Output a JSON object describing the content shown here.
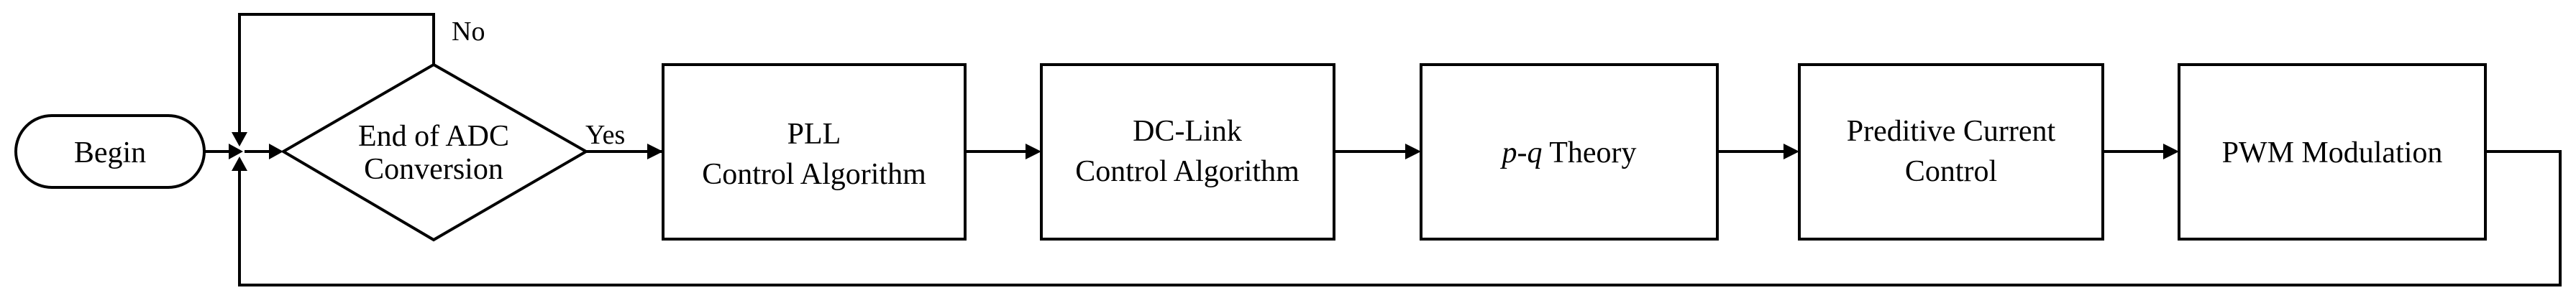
{
  "nodes": {
    "begin": {
      "label": "Begin"
    },
    "adc_decision": {
      "line1": "End of ADC",
      "line2": "Conversion"
    },
    "pll": {
      "line1": "PLL",
      "line2": "Control Algorithm"
    },
    "dc_link": {
      "line1": "DC-Link",
      "line2": "Control Algorithm"
    },
    "pq_theory": {
      "italic": "p-q",
      "rest": " Theory"
    },
    "predictive": {
      "line1": "Preditive Current",
      "line2": "Control"
    },
    "pwm": {
      "label": "PWM Modulation"
    }
  },
  "edges": {
    "no_label": "No",
    "yes_label": "Yes"
  }
}
